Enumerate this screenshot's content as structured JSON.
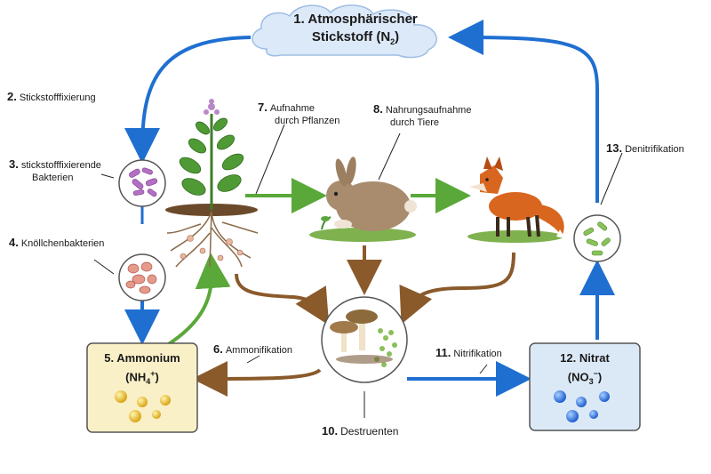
{
  "nodes": {
    "n1": {
      "num": "1.",
      "line1": "Atmosphärischer",
      "line2_pre": "Stickstoff (N",
      "line2_sub": "2",
      "line2_post": ")"
    },
    "n2": {
      "num": "2.",
      "text": "Stickstofffixierung"
    },
    "n3": {
      "num": "3.",
      "line1": "stickstofffixierende",
      "line2": "Bakterien"
    },
    "n4": {
      "num": "4.",
      "text": "Knöllchenbakterien"
    },
    "n5": {
      "num": "5.",
      "line1": "Ammonium",
      "line2_pre": "(NH",
      "line2_sub": "4",
      "line2_sup": "+",
      "line2_post": ")"
    },
    "n6": {
      "num": "6.",
      "text": "Ammonifikation"
    },
    "n7": {
      "num": "7.",
      "line1": "Aufnahme",
      "line2": "durch Pflanzen"
    },
    "n8": {
      "num": "8.",
      "line1": "Nahrungsaufnahme",
      "line2": "durch Tiere"
    },
    "n10": {
      "num": "10.",
      "text": "Destruenten"
    },
    "n11": {
      "num": "11.",
      "text": "Nitrifikation"
    },
    "n12": {
      "num": "12.",
      "line1": "Nitrat",
      "line2_pre": "(NO",
      "line2_sub": "3",
      "line2_sup": "−",
      "line2_post": ")"
    },
    "n13": {
      "num": "13.",
      "text": "Denitrifikation"
    }
  },
  "colors": {
    "blue_arrow": "#1f6fd1",
    "green_arrow": "#5aa83a",
    "brown_arrow": "#8a5a2b",
    "ammonium_box": "#faf0c8",
    "nitrat_box": "#dbe9f7",
    "cloud": "#dce9f8"
  },
  "icons": [
    "plant-icon",
    "rabbit-icon",
    "fox-icon",
    "mushroom-icon",
    "bacteria-icon",
    "nodule-bacteria-icon",
    "denitrifying-bacteria-icon"
  ]
}
